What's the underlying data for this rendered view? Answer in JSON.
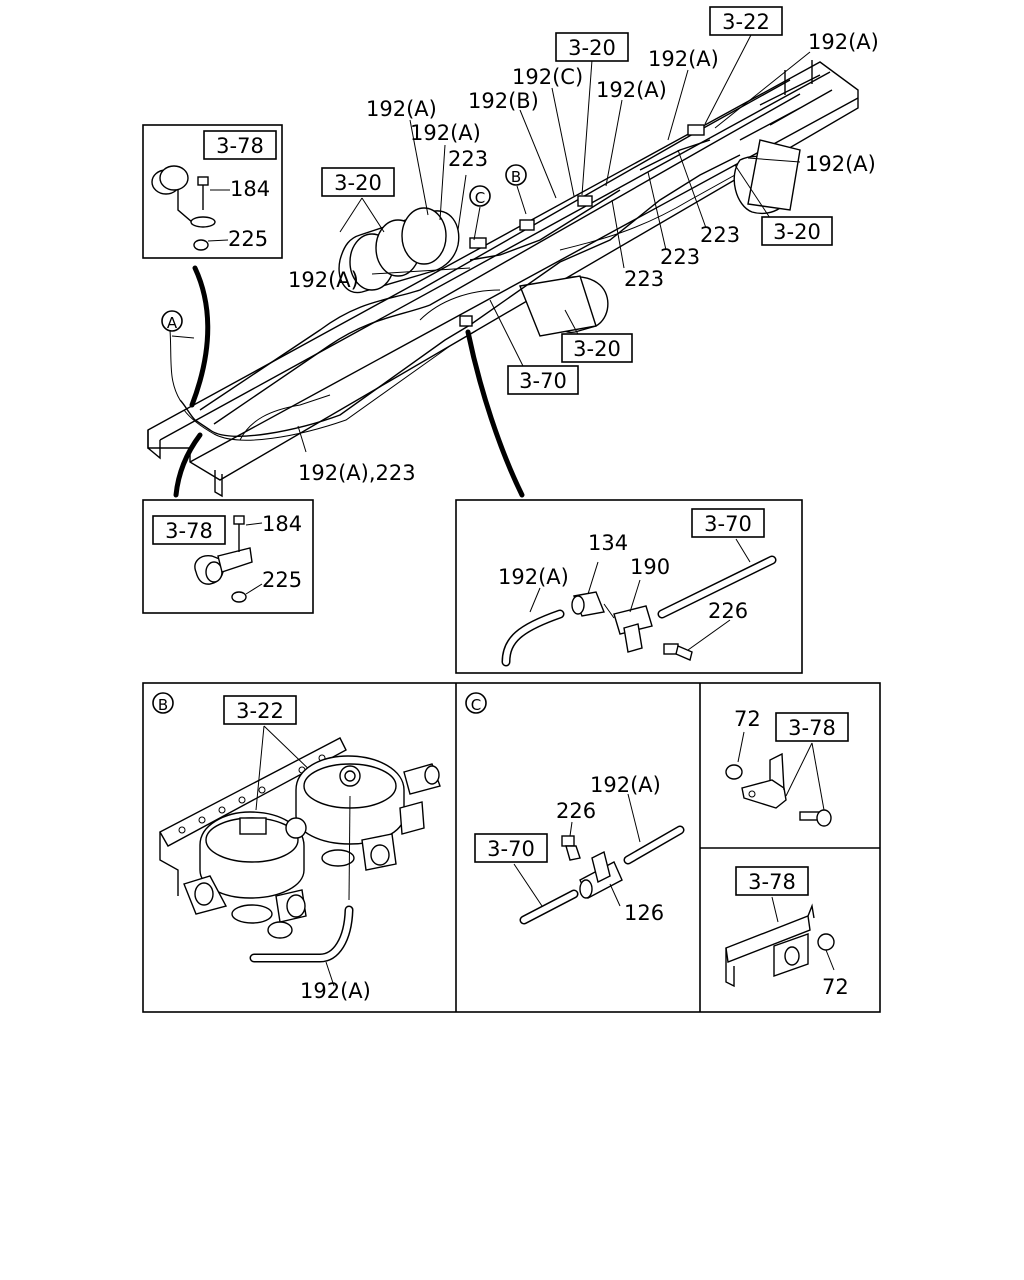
{
  "references": {
    "r3_22_top": "3-22",
    "r3_20_top": "3-20",
    "r3_20_left": "3-20",
    "r3_20_right": "3-20",
    "r3_20_mid": "3-20",
    "r3_70_mid": "3-70",
    "r3_78_inset_a": "3-78",
    "r3_78_inset_b": "3-78",
    "r3_70_detail": "3-70",
    "r3_22_detail_b": "3-22",
    "r3_70_detail_c": "3-70",
    "r3_78_bracket_a": "3-78",
    "r3_78_bracket_b": "3-78"
  },
  "callouts": {
    "c192a_top_right": "192(A)",
    "c192a_top2": "192(A)",
    "c192c": "192(C)",
    "c192b": "192(B)",
    "c192a_mid": "192(A)",
    "c192a_right": "192(A)",
    "c192a_left1": "192(A)",
    "c192a_left2": "192(A)",
    "c223_top": "223",
    "c223_r1": "223",
    "c223_r2": "223",
    "c223_r3": "223",
    "c192a_frame_left": "192(A)",
    "c192a_223_bottom": "192(A),223",
    "inset_a_184": "184",
    "inset_a_225": "225",
    "inset_b_184": "184",
    "inset_b_225": "225",
    "d_134": "134",
    "d_190": "190",
    "d_192a": "192(A)",
    "d_226": "226",
    "b_192a": "192(A)",
    "c_192a": "192(A)",
    "c_226": "226",
    "c_126": "126",
    "br_72a": "72",
    "br_72b": "72"
  },
  "markers": {
    "a_top": "A",
    "b_top": "B",
    "c_top": "C",
    "b_panel": "B",
    "c_panel": "C"
  }
}
